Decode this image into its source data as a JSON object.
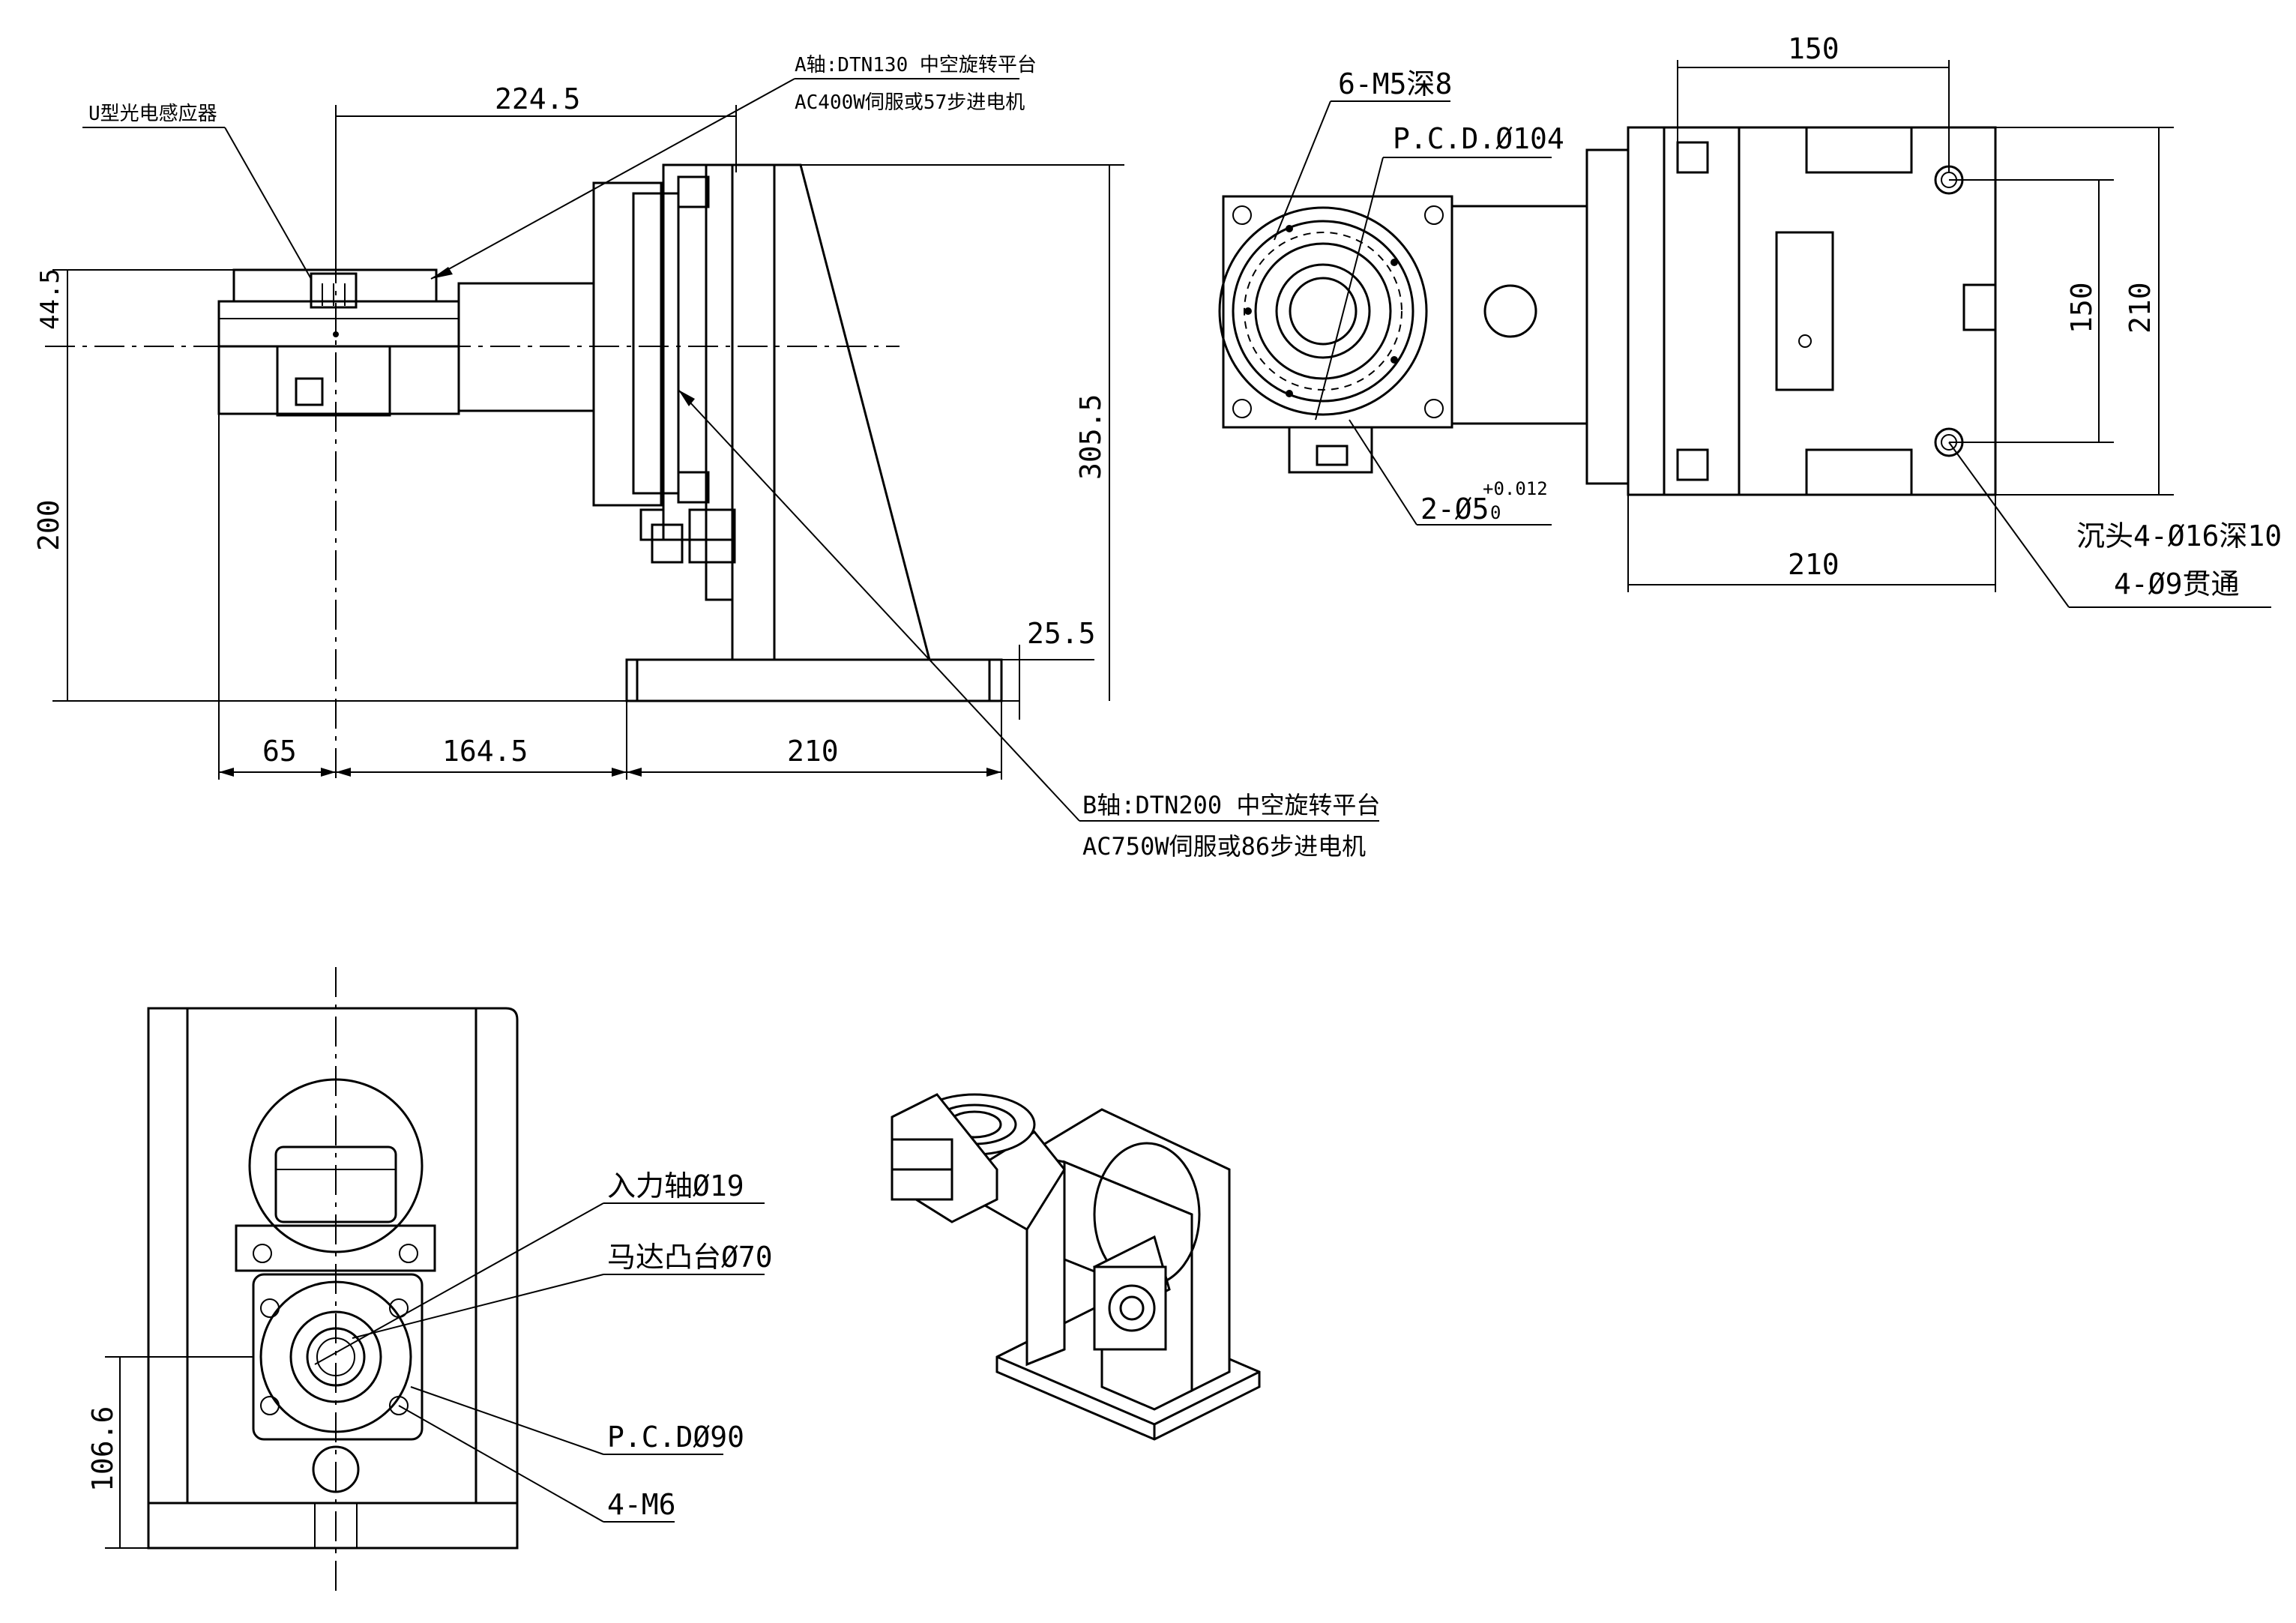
{
  "labels": {
    "sensor": "U型光电感应器",
    "a_axis_line1": "A轴:DTN130 中空旋转平台",
    "a_axis_line2": "AC400W伺服或57步进电机",
    "b_axis_line1": "B轴:DTN200 中空旋转平台",
    "b_axis_line2": "AC750W伺服或86步进电机",
    "m5_holes": "6-M5深8",
    "pcd104": "P.C.D.Ø104",
    "pin_holes": "2-Ø5",
    "pin_tol_upper": "+0.012",
    "pin_tol_lower": "0",
    "counterbore": "沉头4-Ø16深10",
    "through_holes": "4-Ø9贯通",
    "input_shaft": "入力轴Ø19",
    "motor_boss": "马达凸台Ø70",
    "pcd90": "P.C.DØ90",
    "m6_holes": "4-M6"
  },
  "dimensions": {
    "d224_5": "224.5",
    "d44_5": "44.5",
    "d200": "200",
    "d305_5": "305.5",
    "d25_5": "25.5",
    "d65": "65",
    "d164_5": "164.5",
    "d210_front": "210",
    "d150_top": "150",
    "d150_side": "150",
    "d210_side": "210",
    "d210_bottom": "210",
    "d106_6": "106.6"
  }
}
